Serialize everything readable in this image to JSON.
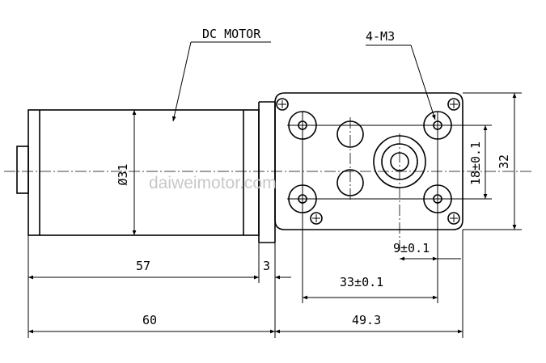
{
  "labels": {
    "dc_motor": "DC MOTOR",
    "screws": "4-M3",
    "diameter": "Ø31",
    "dim_18": "18±0.1",
    "dim_32": "32",
    "dim_9": "9±0.1",
    "dim_33": "33±0.1",
    "dim_57": "57",
    "dim_3": "3",
    "dim_60": "60",
    "dim_49_3": "49.3"
  },
  "watermark": "daiweimotor.com",
  "colors": {
    "line": "#000000",
    "watermark": "#c8c8c8",
    "background": "#ffffff"
  }
}
